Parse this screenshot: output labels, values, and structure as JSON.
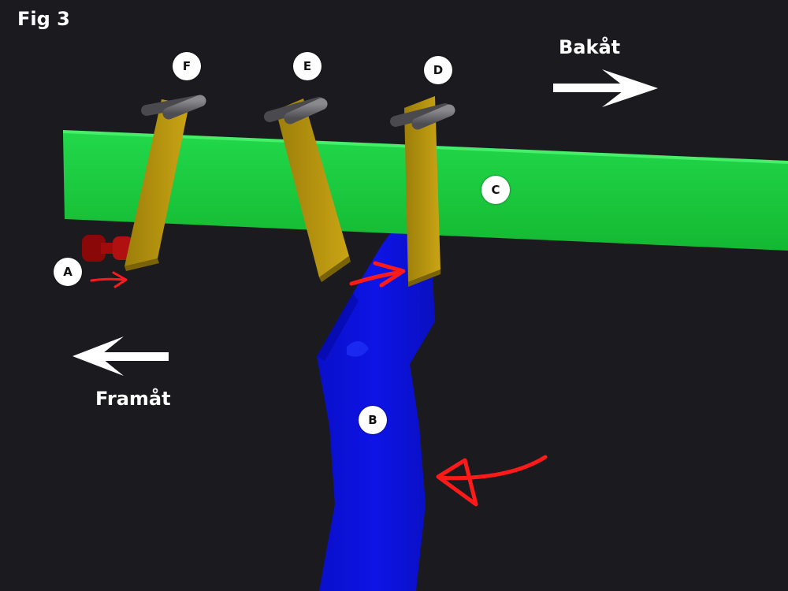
{
  "figure": {
    "title": "Fig 3"
  },
  "directions": {
    "backward": "Bakåt",
    "forward": "Framåt"
  },
  "markers": {
    "A": "A",
    "B": "B",
    "C": "C",
    "D": "D",
    "E": "E",
    "F": "F"
  },
  "colors": {
    "background": "#1b1b1f",
    "beam": "#19cc3c",
    "lever": "#b8960e",
    "pin": "#6e6e72",
    "arm": "#0a10d8",
    "stopper": "#9a0a0a",
    "annotation": "#ff1a1a",
    "arrow": "#ffffff"
  }
}
